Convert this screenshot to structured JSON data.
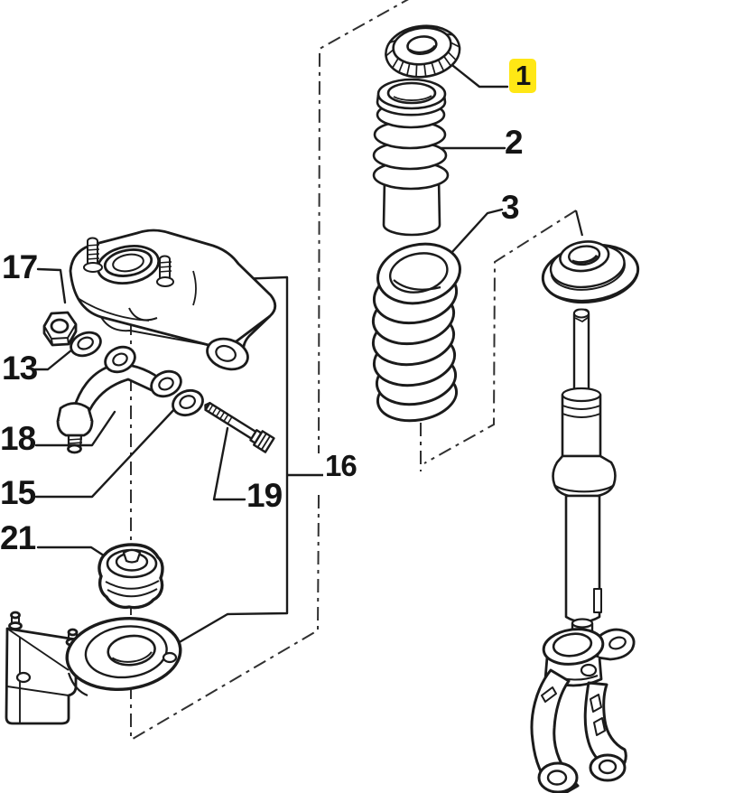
{
  "diagram": {
    "kind": "exploded-parts-diagram",
    "subject": "front-suspension-strut-assembly",
    "background_color": "#ffffff",
    "line_color": "#1b1b1b",
    "highlight_color": "#ffe715"
  },
  "callouts": [
    {
      "label": "1",
      "highlighted": true,
      "part": "spring-seat-upper"
    },
    {
      "label": "2",
      "highlighted": false,
      "part": "dust-boot"
    },
    {
      "label": "3",
      "highlighted": false,
      "part": "coil-spring"
    },
    {
      "label": "17",
      "highlighted": false,
      "part": "hex-nut"
    },
    {
      "label": "13",
      "highlighted": false,
      "part": "washer"
    },
    {
      "label": "18",
      "highlighted": false,
      "part": "control-arm-ball-joint"
    },
    {
      "label": "15",
      "highlighted": false,
      "part": "washer"
    },
    {
      "label": "19",
      "highlighted": false,
      "part": "bolt"
    },
    {
      "label": "21",
      "highlighted": false,
      "part": "bushing"
    },
    {
      "label": "16",
      "highlighted": false,
      "part": "strut-assembly-group"
    }
  ]
}
